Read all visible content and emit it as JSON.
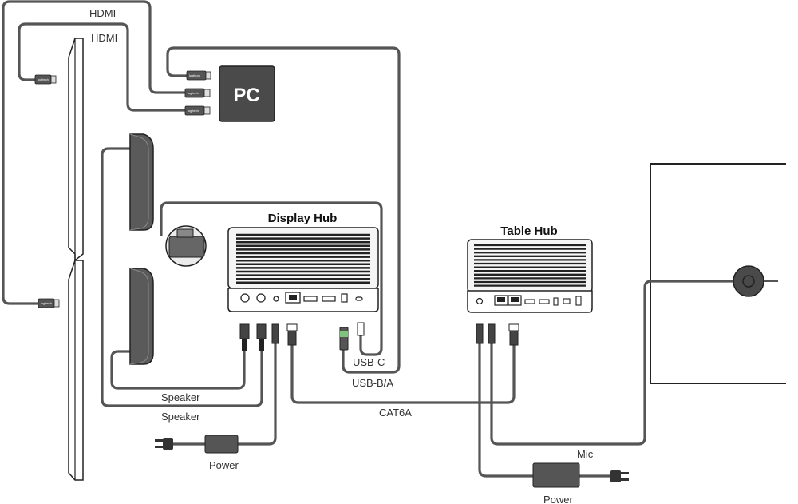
{
  "labels": {
    "hdmi_1": "HDMI",
    "hdmi_2": "HDMI",
    "pc": "PC",
    "display_hub": "Display Hub",
    "table_hub": "Table Hub",
    "usb_c": "USB-C",
    "usb_b_a": "USB-B/A",
    "cat6a": "CAT6A",
    "speaker_1": "Speaker",
    "speaker_2": "Speaker",
    "power_1": "Power",
    "power_2": "Power",
    "mic": "Mic"
  },
  "connector_brand": "logitech",
  "colors": {
    "cable": "#555555",
    "device_dark": "#555555",
    "pc_fill": "#4a4a4a",
    "outline": "#222222"
  }
}
